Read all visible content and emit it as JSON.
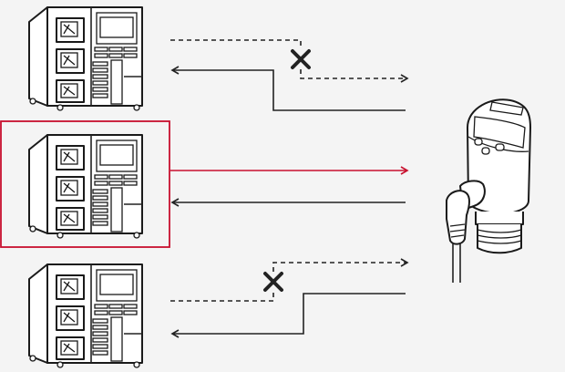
{
  "diagram": {
    "controllers": [
      {
        "id": "controller-top",
        "selected": false,
        "output_link": "blocked",
        "input_link": "active"
      },
      {
        "id": "controller-middle",
        "selected": true,
        "output_link": "active",
        "input_link": "active"
      },
      {
        "id": "controller-bottom",
        "selected": false,
        "output_link": "blocked",
        "input_link": "active"
      }
    ],
    "device": "pressure-sensor",
    "colors": {
      "accent": "#c8102e",
      "line": "#222222",
      "background": "#f4f4f4"
    },
    "icons": [
      "controller-icon",
      "pressure-sensor-icon",
      "blocked-x-icon",
      "arrow-icon"
    ]
  }
}
